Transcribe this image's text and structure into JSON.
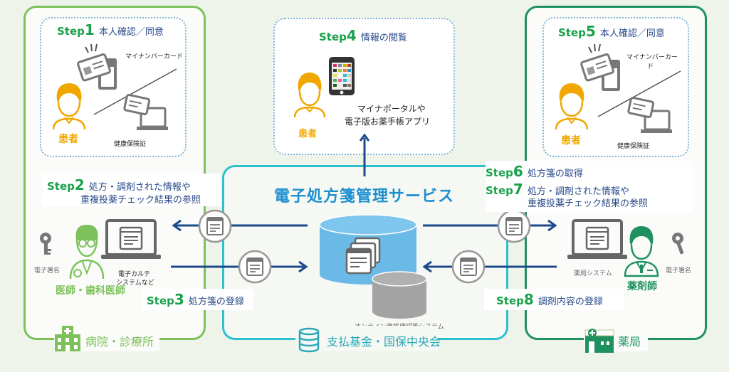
{
  "colors": {
    "hospital_green": "#7cc15a",
    "pharmacy_green": "#1f9160",
    "service_cyan": "#2ec0d0",
    "step_green": "#1aa24a",
    "text_navy": "#2a4a8a",
    "title_blue": "#1e8fcf",
    "patient_orange": "#f0a800",
    "arrow_navy": "#1c4a8a",
    "db_blue": "#6bb9e6",
    "db_gray": "#a3a3a3"
  },
  "hospital": {
    "footer_label": "病院・診療所",
    "step1": {
      "word": "Step",
      "num": "1",
      "text": "本人確認／同意"
    },
    "patient_label": "患者",
    "mynumber_label": "マイナンバーカード",
    "insurance_label": "健康保険証",
    "step2": {
      "word": "Step",
      "num": "2",
      "text_line1": "処方・調剤された情報や",
      "text_line2": "重複投薬チェック結果の参照"
    },
    "signature_label": "電子署名",
    "ehr_label_line1": "電子カルテ",
    "ehr_label_line2": "システムなど",
    "doctor_label": "医師・歯科医師",
    "step3": {
      "word": "Step",
      "num": "3",
      "text": "処方箋の登録"
    }
  },
  "viewer": {
    "step4": {
      "word": "Step",
      "num": "4",
      "text": "情報の閲覧"
    },
    "patient_label": "患者",
    "app_label_line1": "マイナポータルや",
    "app_label_line2": "電子版お薬手帳アプリ"
  },
  "service": {
    "title": "電子処方箋管理サービス",
    "online_system_label": "オンライン資格確認等システム",
    "footer_label": "支払基金・国保中央会"
  },
  "pharmacy": {
    "footer_label": "薬局",
    "step5": {
      "word": "Step",
      "num": "5",
      "text": "本人確認／同意"
    },
    "patient_label": "患者",
    "mynumber_label_line1": "マイナンバーカー",
    "mynumber_label_line2": "ド",
    "insurance_label": "健康保険証",
    "step6": {
      "word": "Step",
      "num": "6",
      "text": "処方箋の取得"
    },
    "step7": {
      "word": "Step",
      "num": "7",
      "text_line1": "処方・調剤された情報や",
      "text_line2": "重複投薬チェック結果の参照"
    },
    "system_label": "薬局システム",
    "signature_label": "電子署名",
    "pharmacist_label": "薬剤師",
    "step8": {
      "word": "Step",
      "num": "8",
      "text": "調剤内容の登録"
    }
  }
}
